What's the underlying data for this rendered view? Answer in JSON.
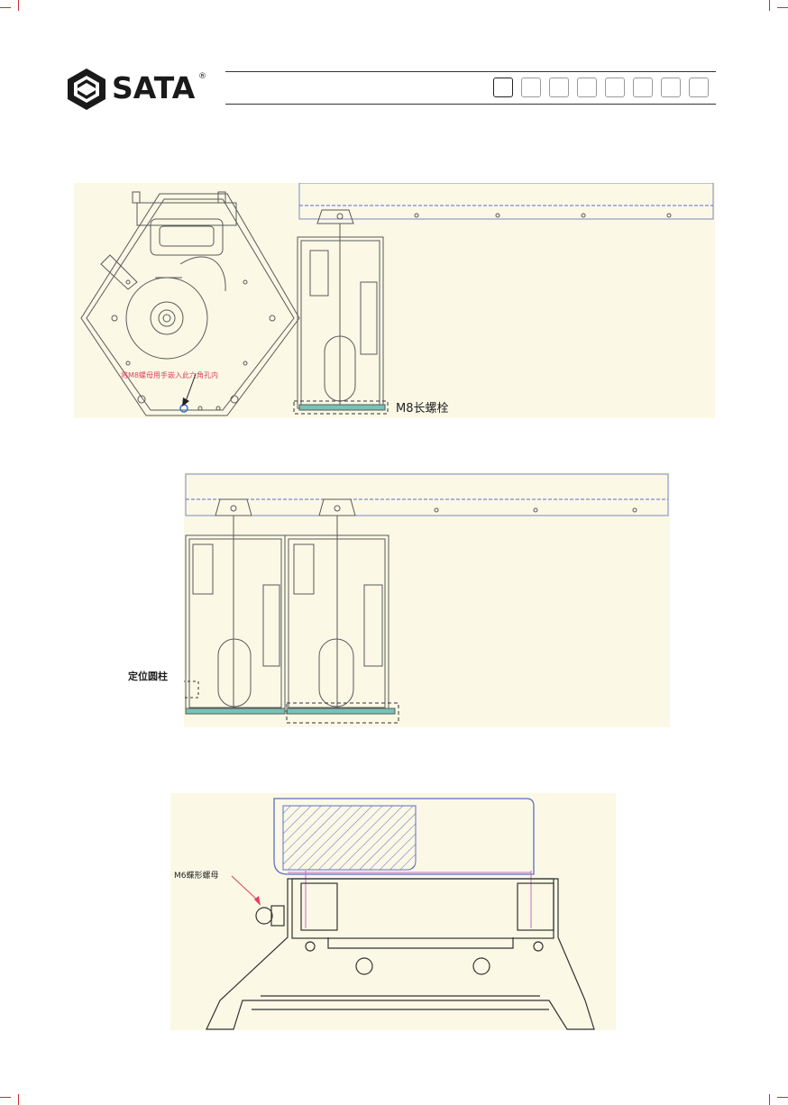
{
  "brand": {
    "name": "SATA",
    "registered": "®"
  },
  "pagination": {
    "boxes": 8,
    "active_index": 0
  },
  "figure1": {
    "annotation_red": "将M8螺母用手嵌入此六角孔内",
    "annotation_bolt": "M8长螺栓"
  },
  "figure2": {
    "annotation_pin": "定位圆柱"
  },
  "figure3": {
    "annotation_nut": "M6蝶形螺母"
  },
  "colors": {
    "panel_bg": "#fbf8e6",
    "drawing_line": "#5a5a5a",
    "rail_blue": "#5b6fc4",
    "accent_teal": "#79c2b5",
    "annotation_red": "#e04060"
  }
}
